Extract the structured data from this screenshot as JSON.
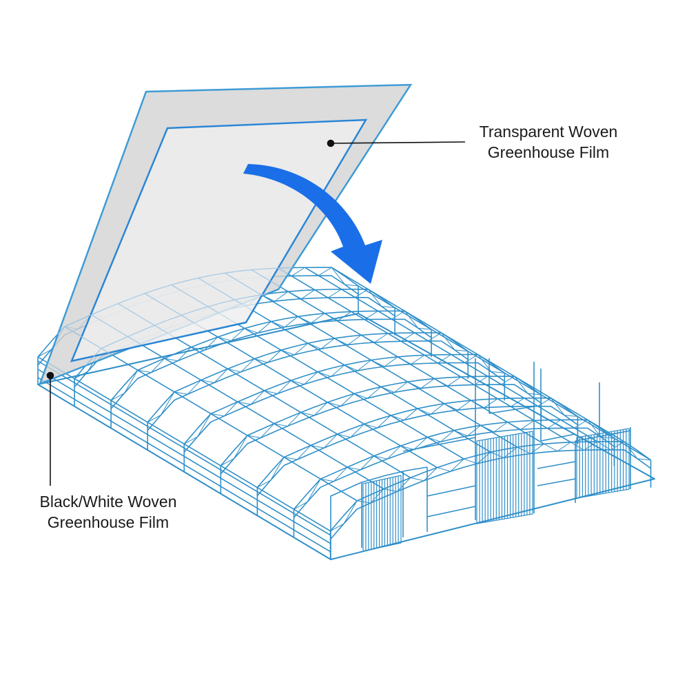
{
  "colors": {
    "frame": "#2f8fc9",
    "arrow": "#1a6fe8",
    "film_outer": "#d2d2d2",
    "film_inner": "#e6e6e6",
    "film_edge": "#3e9bd6",
    "leader": "#111111"
  },
  "labels": {
    "transparent_film": {
      "line1": "Transparent Woven",
      "line2": "Greenhouse Film"
    },
    "blackwhite_film": {
      "line1": "Black/White Woven",
      "line2": "Greenhouse Film"
    }
  },
  "icons": [
    "curved-arrow-icon",
    "greenhouse-frame-illustration"
  ]
}
